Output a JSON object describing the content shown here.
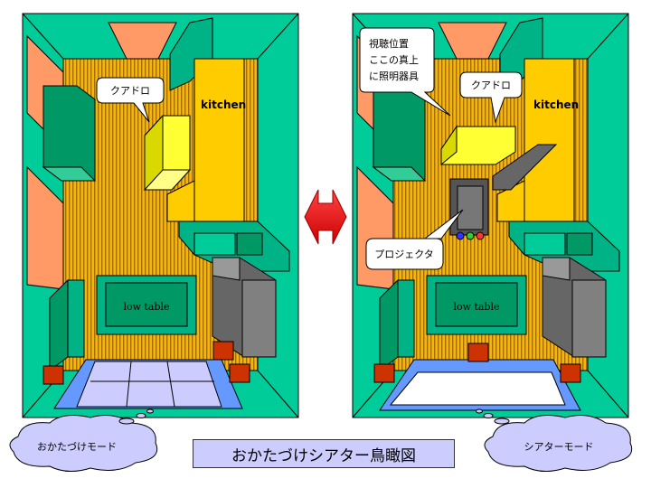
{
  "title": "おかたづけシアター鳥瞰図",
  "left_panel": {
    "mode_label": "おかたづけモード",
    "callout_label": "クアドロ",
    "kitchen_label": "kitchen",
    "low_table_label": "low table"
  },
  "right_panel": {
    "mode_label": "シアターモード",
    "callout_label": "クアドロ",
    "kitchen_label": "kitchen",
    "low_table_label": "low table",
    "lighting_note_lines": [
      "視聴位置",
      "ここの真上",
      "に照明器具"
    ],
    "projector_label": "プロジェクタ"
  },
  "arrow_icon": "double-arrow-icon",
  "colors": {
    "room_green": "#00cc99",
    "floor_orange": "#f5b800",
    "kitchen_yellow": "#ffcc00",
    "speaker_salmon": "#ff9966",
    "sofa_gray": "#666666",
    "rug_blue": "#6699ff",
    "title_bg": "#ccccff",
    "arrow_red": "#ff0000"
  }
}
